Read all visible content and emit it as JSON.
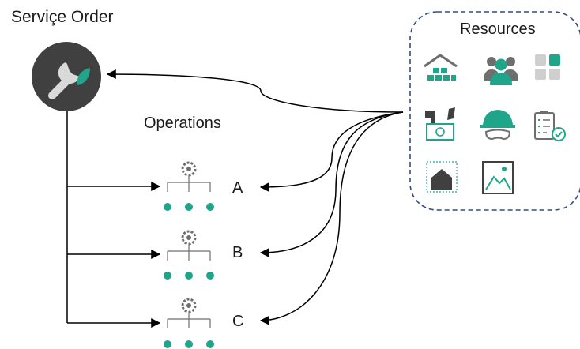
{
  "service_order": {
    "title": "Serviçe Order",
    "icon": "wrench-leaf-icon"
  },
  "operations": {
    "label": "Operations",
    "items": [
      {
        "label": "A",
        "icon": "gear-hierarchy-icon"
      },
      {
        "label": "B",
        "icon": "gear-hierarchy-icon"
      },
      {
        "label": "C",
        "icon": "gear-hierarchy-icon"
      }
    ]
  },
  "resources": {
    "label": "Resources",
    "icons": [
      "warehouse-icon",
      "people-icon",
      "storage-bins-icon",
      "tools-icon",
      "safety-helmet-icon",
      "checklist-icon",
      "floor-plan-icon",
      "image-icon"
    ]
  },
  "colors": {
    "accent": "#1fa68a",
    "dark": "#404040",
    "grey": "#6e6e6e",
    "light_grey": "#cfcfcf",
    "border": "#2f4f7f"
  }
}
